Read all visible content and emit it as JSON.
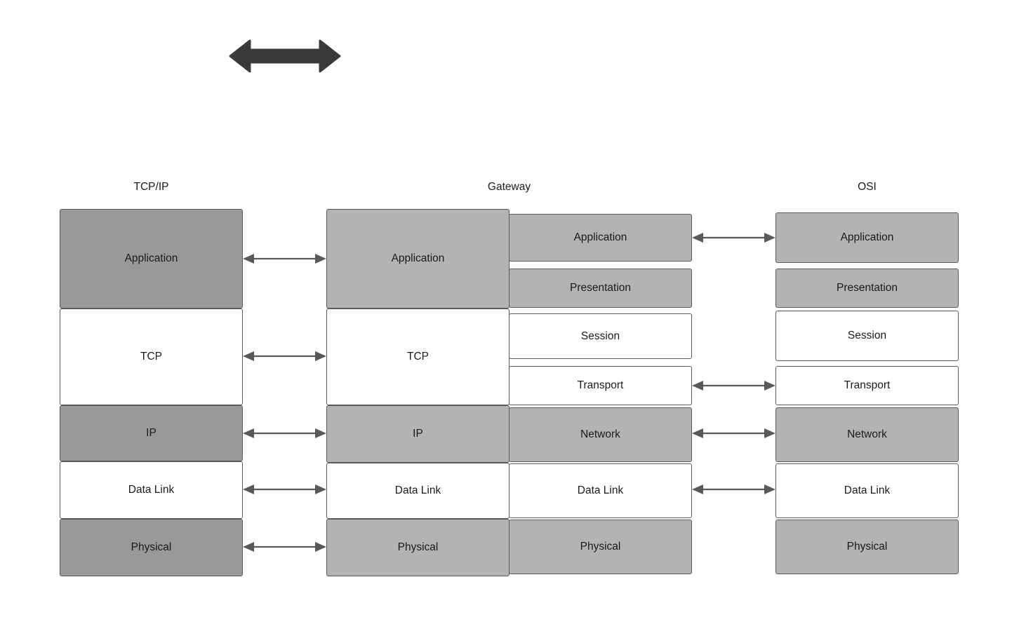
{
  "diagram": {
    "title_top_arrow": "double-headed-arrow",
    "colors": {
      "stroke": "#595959",
      "tcpip_fill": "#999999",
      "gateway_fill": "#b3b3b3",
      "osi_fill": "#b3b3b3",
      "white_fill": "#ffffff",
      "arrow_dark": "#3a3a3a",
      "connector": "#595959",
      "text": "#1a1a1a"
    },
    "columns": [
      {
        "key": "tcpip",
        "title": "TCP/IP"
      },
      {
        "key": "gateway",
        "title": "Gateway"
      },
      {
        "key": "osi",
        "title": "OSI"
      }
    ],
    "tcpip": {
      "title": "TCP/IP",
      "layers": [
        {
          "label": "Application",
          "fill": "dark"
        },
        {
          "label": "TCP",
          "fill": "white"
        },
        {
          "label": "IP",
          "fill": "dark"
        },
        {
          "label": "Data Link",
          "fill": "white"
        },
        {
          "label": "Physical",
          "fill": "dark"
        }
      ]
    },
    "gateway": {
      "title": "Gateway",
      "left_layers": [
        {
          "label": "Application",
          "fill": "light"
        },
        {
          "label": "TCP",
          "fill": "white"
        },
        {
          "label": "IP",
          "fill": "light"
        },
        {
          "label": "Data Link",
          "fill": "white"
        },
        {
          "label": "Physical",
          "fill": "light"
        }
      ],
      "right_layers": [
        {
          "label": "Application",
          "fill": "light"
        },
        {
          "label": "Presentation",
          "fill": "light"
        },
        {
          "label": "Session",
          "fill": "white"
        },
        {
          "label": "Transport",
          "fill": "white"
        },
        {
          "label": "Network",
          "fill": "light"
        },
        {
          "label": "Data Link",
          "fill": "white"
        },
        {
          "label": "Physical",
          "fill": "light"
        }
      ]
    },
    "osi": {
      "title": "OSI",
      "layers": [
        {
          "label": "Application",
          "fill": "light"
        },
        {
          "label": "Presentation",
          "fill": "light"
        },
        {
          "label": "Session",
          "fill": "white"
        },
        {
          "label": "Transport",
          "fill": "white"
        },
        {
          "label": "Network",
          "fill": "light"
        },
        {
          "label": "Data Link",
          "fill": "white"
        },
        {
          "label": "Physical",
          "fill": "light"
        }
      ]
    },
    "connectors_left": [
      {
        "name": "connector-application"
      },
      {
        "name": "connector-tcp"
      },
      {
        "name": "connector-ip"
      },
      {
        "name": "connector-data-link"
      },
      {
        "name": "connector-physical"
      }
    ],
    "connectors_right": [
      {
        "name": "connector-application"
      },
      {
        "name": "connector-transport"
      },
      {
        "name": "connector-network"
      },
      {
        "name": "connector-data-link"
      }
    ]
  }
}
